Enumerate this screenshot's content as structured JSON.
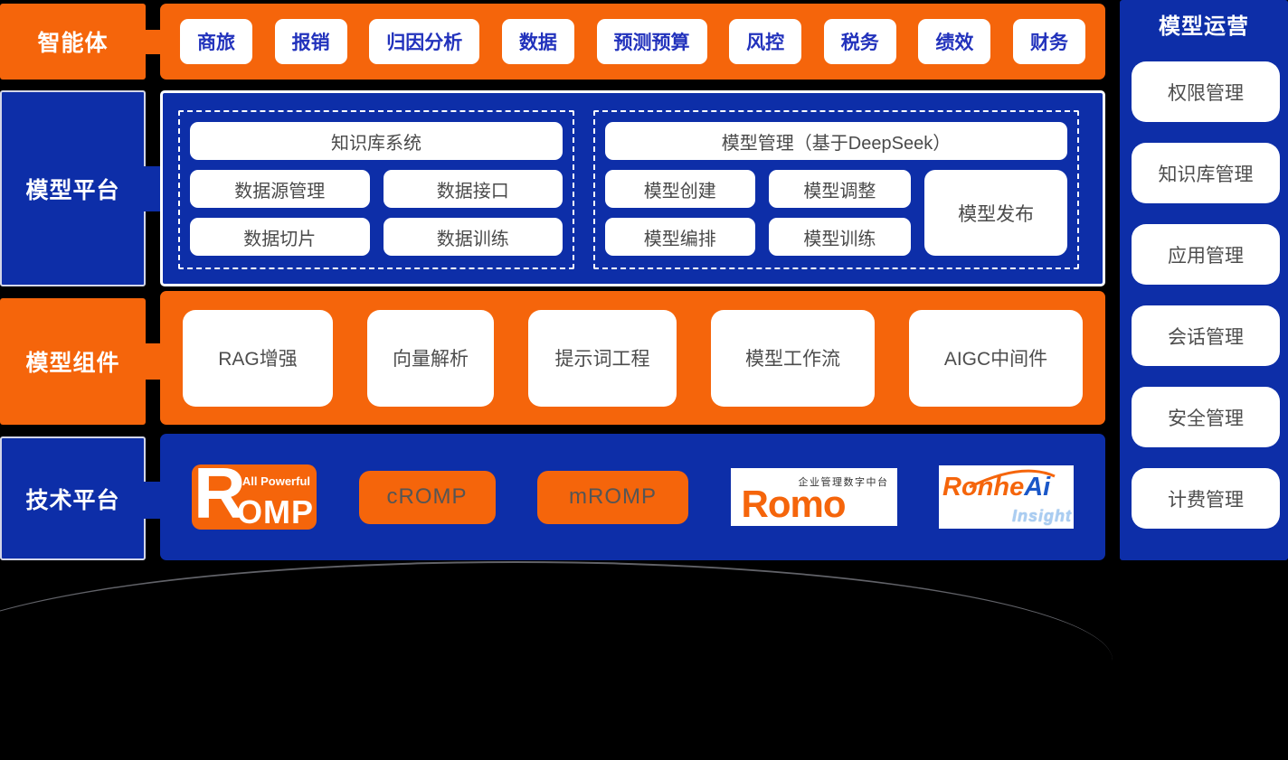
{
  "colors": {
    "orange": "#F5650B",
    "blue": "#0D2EA8",
    "app_text_blue": "#2232BC",
    "card_text_gray": "#4C4C4C",
    "background": "#000000"
  },
  "sidebar": {
    "agent_label": "智能体",
    "platform_label": "模型平台",
    "components_label": "模型组件",
    "tech_label": "技术平台"
  },
  "agent_row": {
    "buttons": [
      "商旅",
      "报销",
      "归因分析",
      "数据",
      "预测预算",
      "风控",
      "税务",
      "绩效",
      "财务"
    ]
  },
  "model_platform": {
    "knowledge": {
      "header": "知识库系统",
      "items": [
        "数据源管理",
        "数据接口",
        "数据切片",
        "数据训练"
      ]
    },
    "model_mgmt": {
      "header": "模型管理（基于DeepSeek）",
      "items": [
        "模型创建",
        "模型调整",
        "模型编排",
        "模型训练"
      ],
      "tall_item": "模型发布"
    }
  },
  "components_row": {
    "cards": [
      "RAG增强",
      "向量解析",
      "提示词工程",
      "模型工作流",
      "AIGC中间件"
    ]
  },
  "tech_row": {
    "romp": {
      "letter": "R",
      "tagline": "All Powerful",
      "rest": "OMP"
    },
    "cromp_label": "cROMP",
    "mromp_label": "mROMP",
    "romo": {
      "name": "Romo",
      "tagline": "企业管理数字中台"
    },
    "ronhe": {
      "part1": "Ronhe",
      "part2": "Ai",
      "subtitle": "Insight"
    }
  },
  "operations": {
    "title": "模型运营",
    "buttons": [
      "权限管理",
      "知识库管理",
      "应用管理",
      "会话管理",
      "安全管理",
      "计费管理"
    ]
  }
}
